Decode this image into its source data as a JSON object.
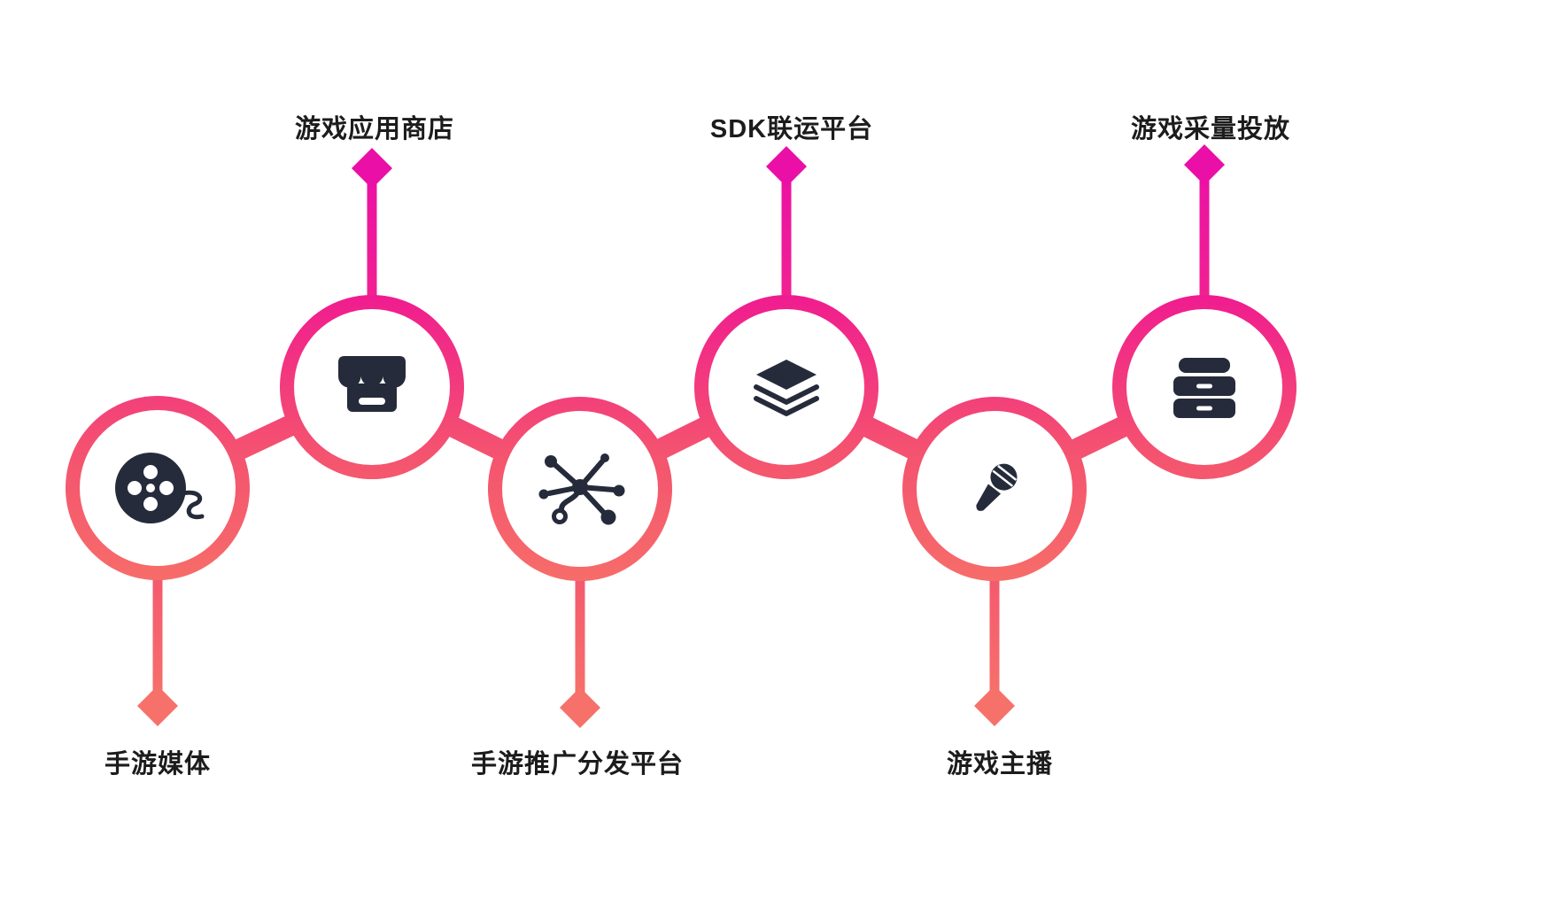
{
  "diagram": {
    "background_color": "#ffffff",
    "colors": {
      "gradient_pink": "#F01991",
      "gradient_coral": "#F66E69",
      "top_diamond_magenta": "#EA0FA7",
      "bottom_diamond_coral": "#F6716A",
      "icon_dark": "#262B3B",
      "label_text": "#1C1C1C"
    },
    "nodes": [
      {
        "label": "手游媒体",
        "icon": "film-reel-icon",
        "label_position": "bottom"
      },
      {
        "label": "游戏应用商店",
        "icon": "storefront-icon",
        "label_position": "top"
      },
      {
        "label": "手游推广分发平台",
        "icon": "network-hub-icon",
        "label_position": "bottom"
      },
      {
        "label": "SDK联运平台",
        "icon": "layers-icon",
        "label_position": "top"
      },
      {
        "label": "游戏主播",
        "icon": "microphone-icon",
        "label_position": "bottom"
      },
      {
        "label": "游戏采量投放",
        "icon": "storage-drawers-icon",
        "label_position": "top"
      }
    ]
  }
}
